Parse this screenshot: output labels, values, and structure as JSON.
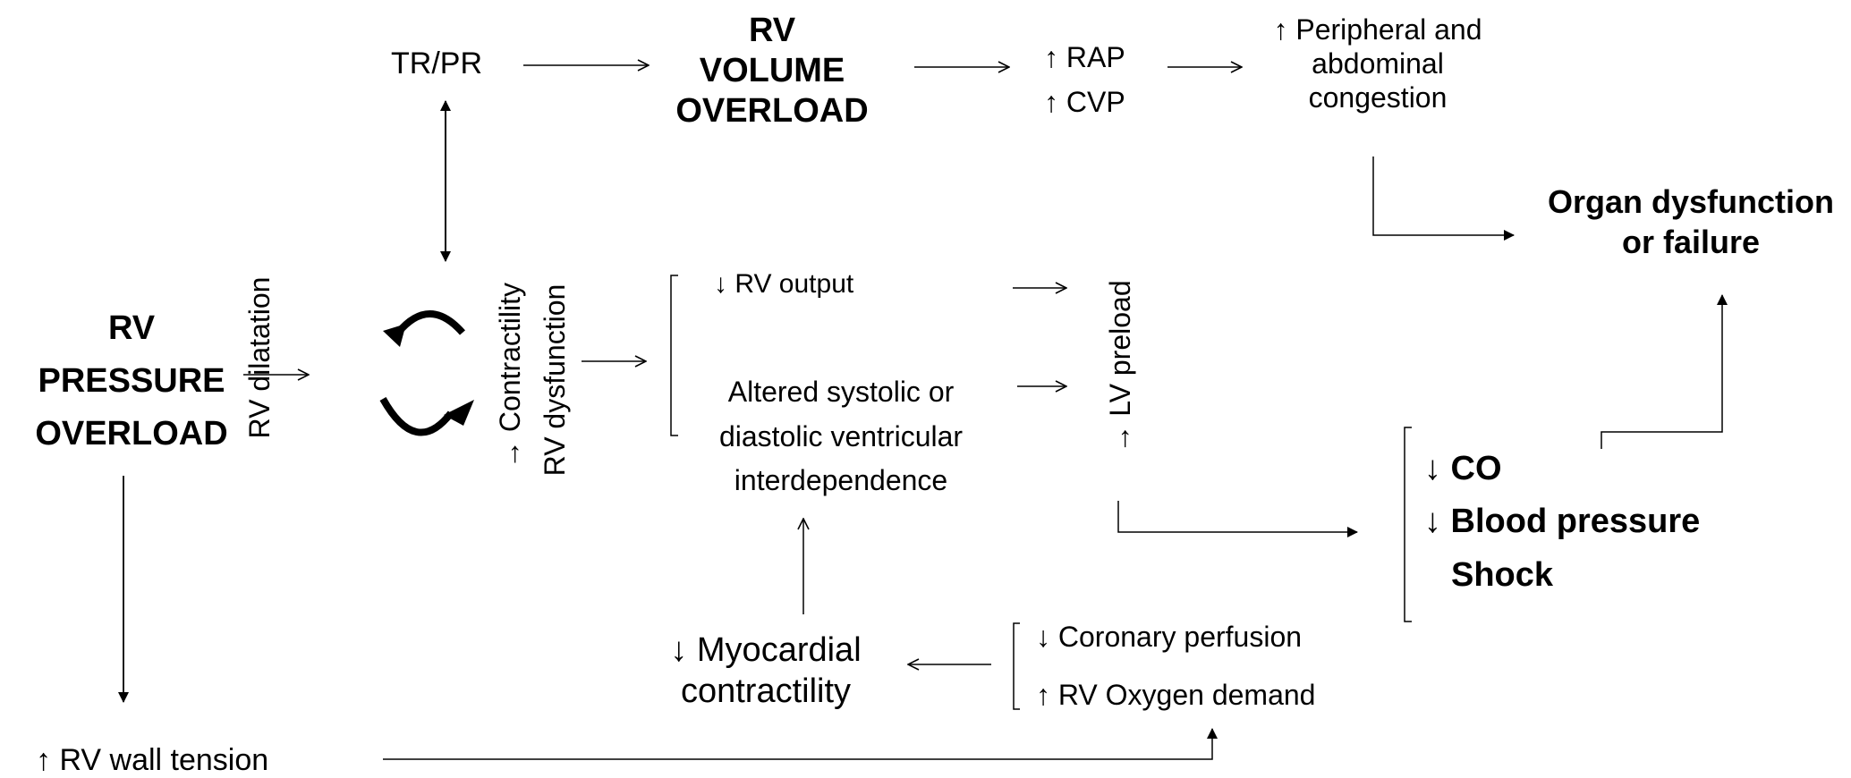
{
  "nodes": {
    "tr_pr": "TR/PR",
    "rv_volume_overload": [
      "RV",
      "VOLUME",
      "OVERLOAD"
    ],
    "rap": "↑ RAP",
    "cvp": "↑ CVP",
    "peripheral_congestion": [
      "↑ Peripheral and",
      "abdominal",
      "congestion"
    ],
    "organ_dysfunction": [
      "Organ dysfunction",
      "or failure"
    ],
    "rv_pressure_overload": [
      "RV",
      "PRESSURE",
      "OVERLOAD"
    ],
    "rv_dilatation": "RV dilatation",
    "contractility": "→ Contractility",
    "rv_dysfunction": "RV dysfunction",
    "rv_output": "↓ RV output",
    "altered_interdependence": [
      "Altered systolic or",
      "diastolic ventricular",
      "interdependence"
    ],
    "lv_preload": "→ LV preload",
    "co": "↓ CO",
    "blood_pressure": "↓ Blood pressure",
    "shock": "Shock",
    "coronary_perfusion": "↓ Coronary perfusion",
    "rv_oxygen_demand": "↑ RV Oxygen demand",
    "myocardial_contractility": [
      "↓ Myocardial",
      "contractility"
    ],
    "rv_wall_tension": "↑ RV wall tension"
  },
  "colors": {
    "line": "#000000",
    "background": "#ffffff"
  }
}
